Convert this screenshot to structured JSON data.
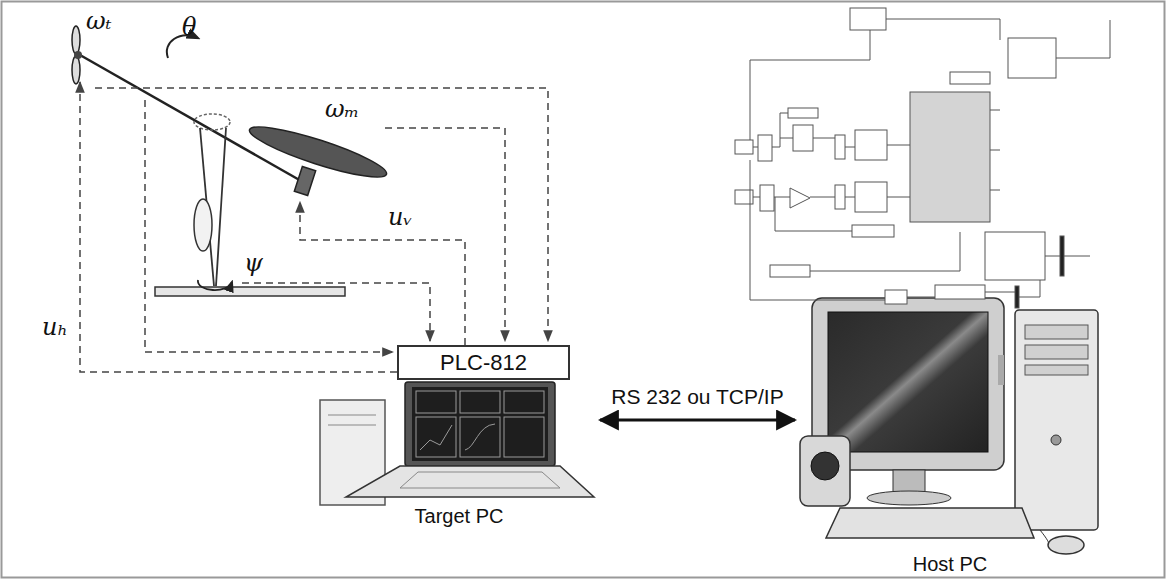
{
  "diagram": {
    "nodes": [
      {
        "text": [
          "PLC-812"
        ]
      },
      {
        "text": [
          "Target PC"
        ]
      },
      {
        "text": [
          "Host PC"
        ]
      }
    ],
    "edges": [
      {
        "from": 1,
        "to": 2,
        "label": "RS 232 ou TCP/IP",
        "arrow": "both"
      }
    ],
    "labels": [
      "ωₜ",
      "θ",
      "ωₘ",
      "uᵥ",
      "ψ",
      "uₕ"
    ]
  }
}
